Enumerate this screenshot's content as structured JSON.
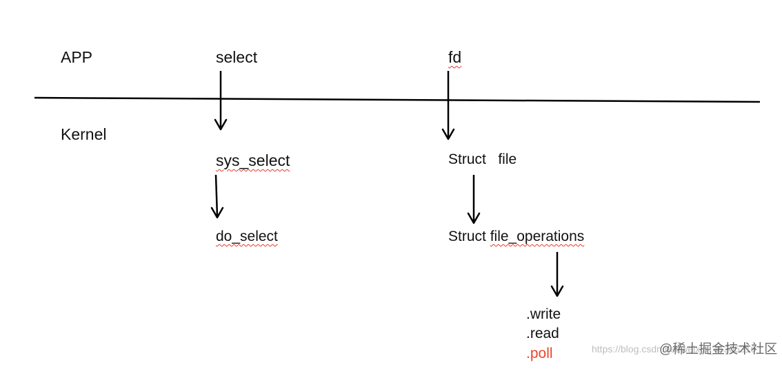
{
  "layers": {
    "app": "APP",
    "kernel": "Kernel"
  },
  "select_chain": {
    "user_call": "select",
    "syscall": "sys_select",
    "impl": "do_select"
  },
  "file_chain": {
    "user_handle": "fd",
    "struct_file": "Struct   file",
    "struct_ops_prefix": "Struct ",
    "struct_ops_name": "file_operations"
  },
  "operations": [
    ".write",
    ".read",
    ".poll"
  ],
  "colors": {
    "text": "#111111",
    "line": "#000000",
    "highlight": "#e8452c",
    "squiggle": "#e03a2a"
  },
  "watermark": {
    "url": "https://blog.csdn.net/weixin_45305316",
    "brand": "@稀土掘金技术社区"
  }
}
